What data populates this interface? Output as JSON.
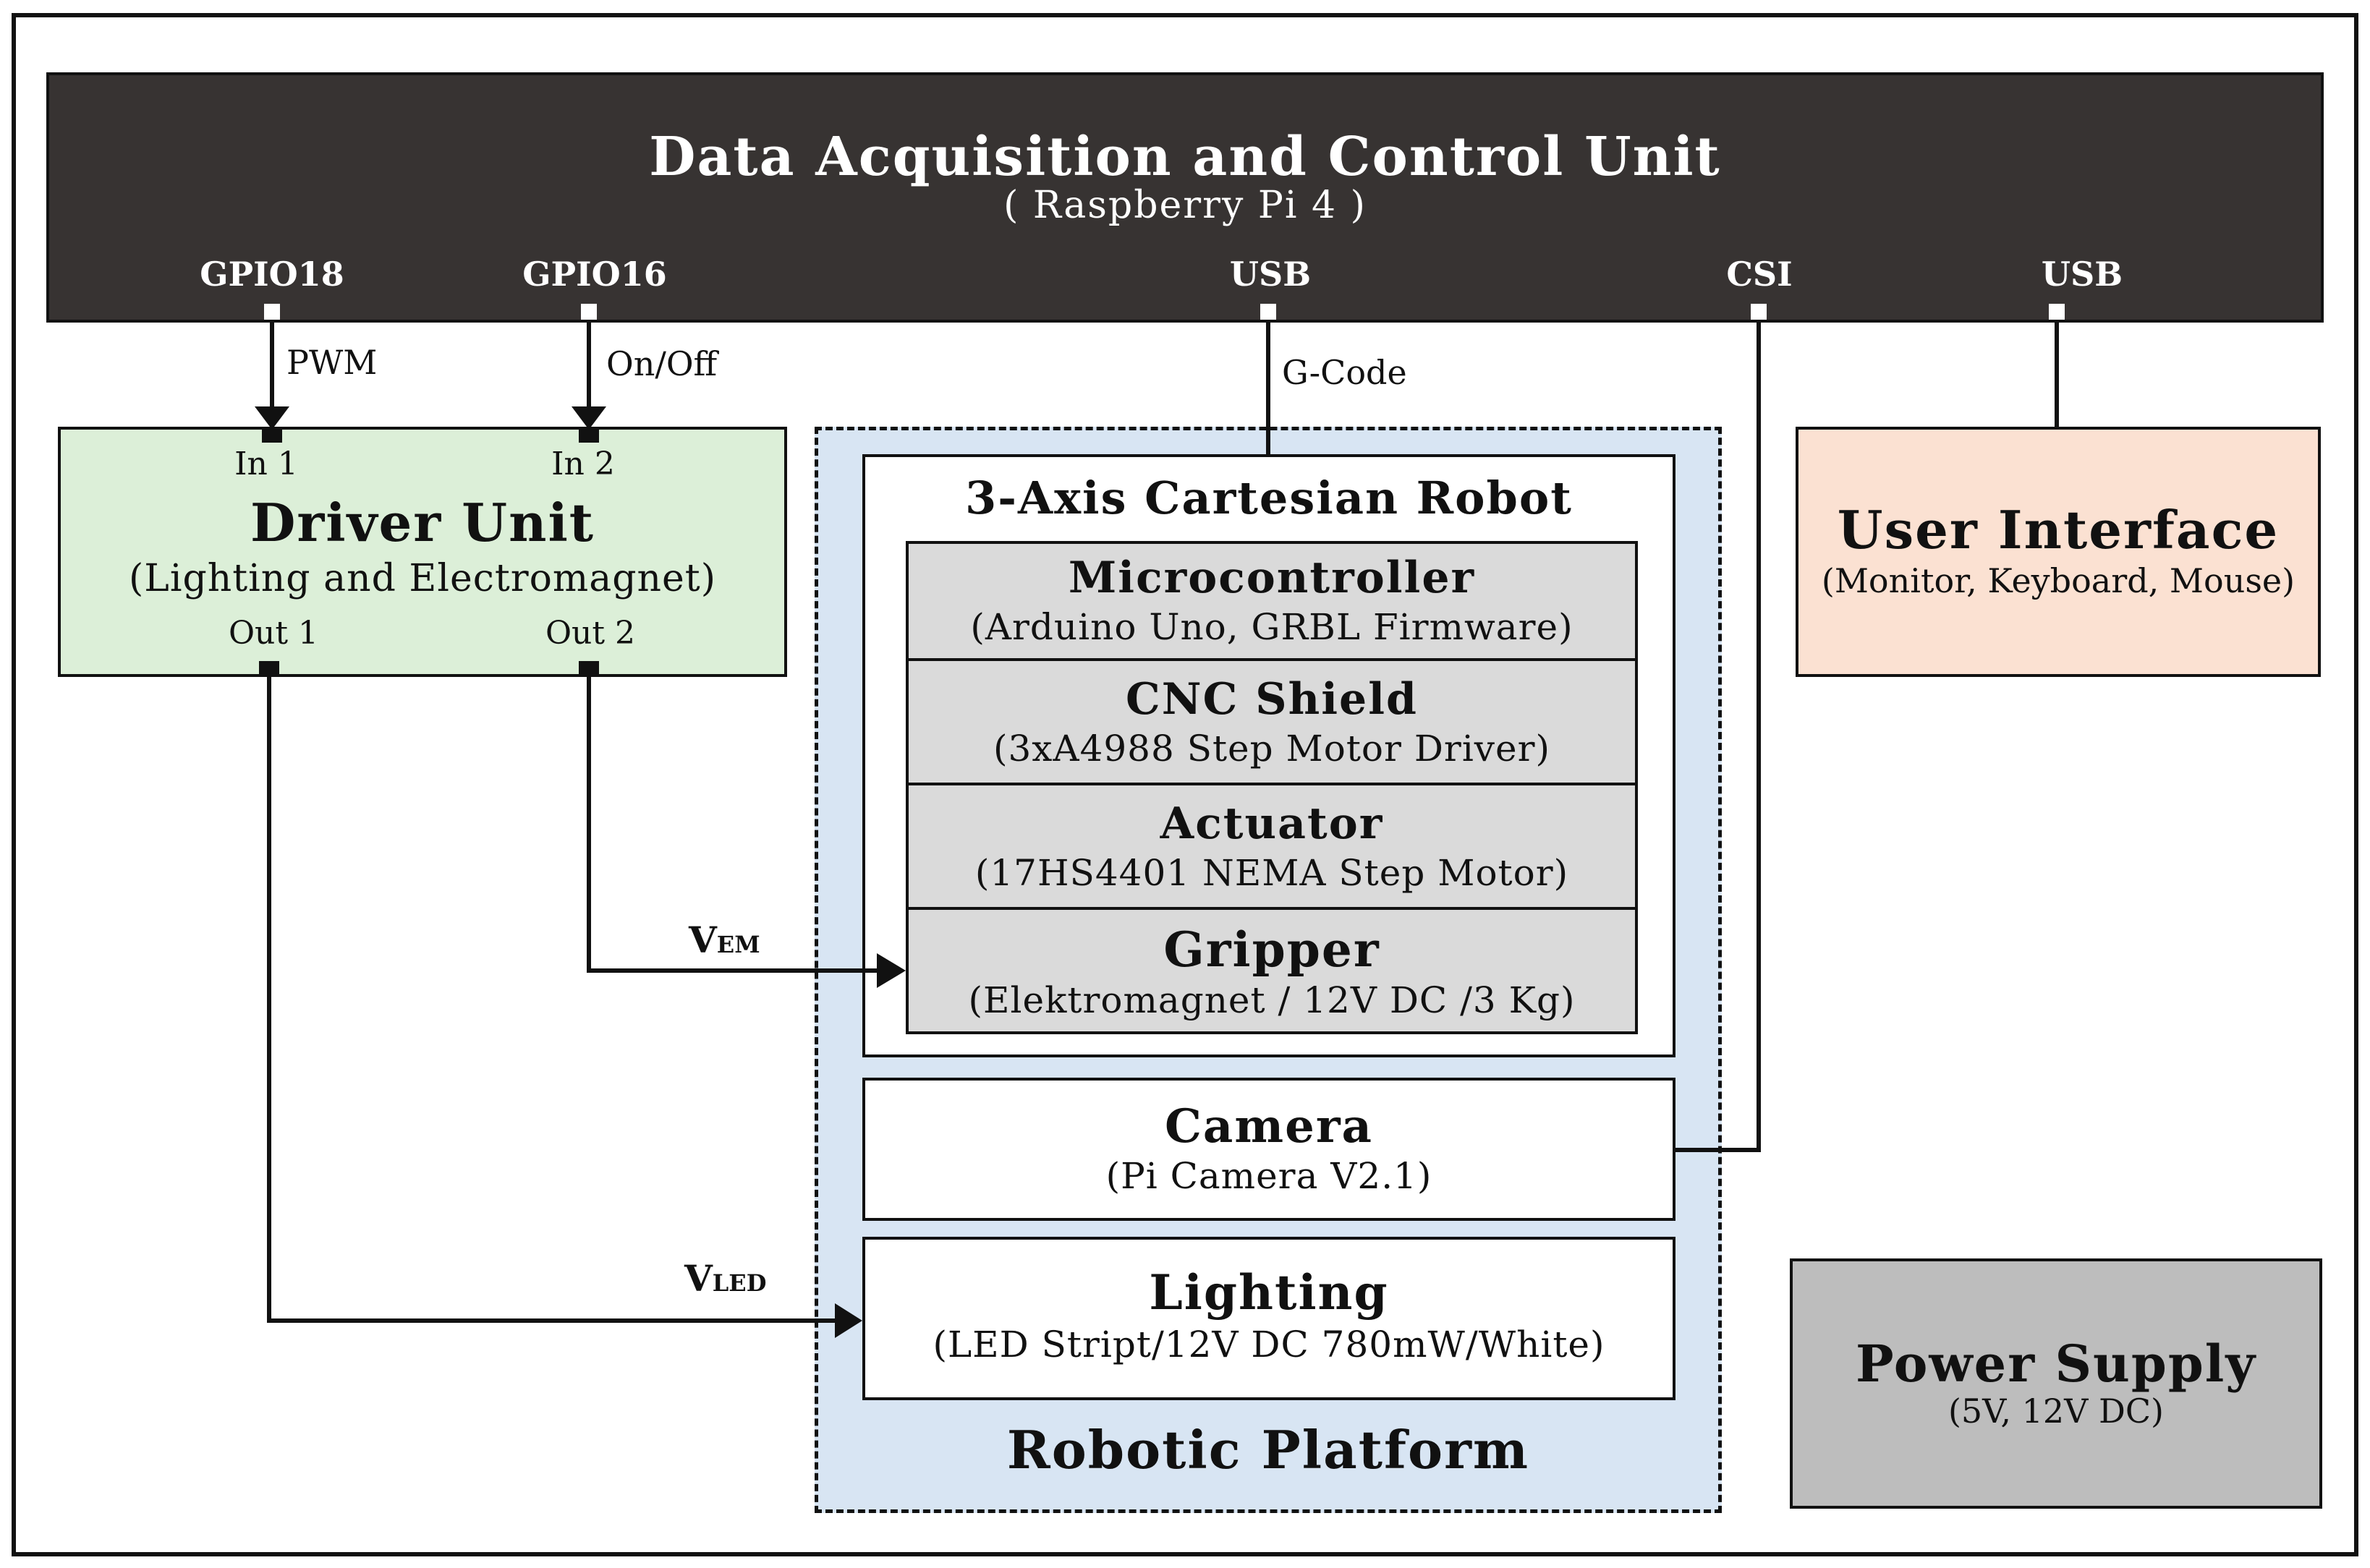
{
  "daq": {
    "title": "Data Acquisition and Control Unit",
    "subtitle": "( Raspberry Pi 4 )",
    "ports": [
      "GPIO18",
      "GPIO16",
      "USB",
      "CSI",
      "USB"
    ]
  },
  "signals": {
    "pwm": "PWM",
    "onoff": "On/Off",
    "gcode": "G-Code",
    "vem_main": "V",
    "vem_sub": "EM",
    "vled_main": "V",
    "vled_sub": "LED"
  },
  "driver": {
    "title": "Driver Unit",
    "subtitle": "(Lighting and Electromagnet)",
    "in1": "In 1",
    "in2": "In 2",
    "out1": "Out 1",
    "out2": "Out 2"
  },
  "robot": {
    "title": "3-Axis Cartesian Robot",
    "components": [
      {
        "name": "Microcontroller",
        "detail": "(Arduino Uno, GRBL Firmware)"
      },
      {
        "name": "CNC Shield",
        "detail": "(3xA4988 Step Motor Driver)"
      },
      {
        "name": "Actuator",
        "detail": "(17HS4401 NEMA Step Motor)"
      },
      {
        "name": "Gripper",
        "detail": "(Elektromagnet / 12V DC /3 Kg)"
      }
    ]
  },
  "camera": {
    "title": "Camera",
    "detail": "(Pi Camera V2.1)"
  },
  "lighting": {
    "title": "Lighting",
    "detail": "(LED Stript/12V DC 780mW/White)"
  },
  "platform": {
    "title": "Robotic Platform"
  },
  "ui": {
    "title": "User Interface",
    "detail": "(Monitor, Keyboard, Mouse)"
  },
  "power": {
    "title": "Power Supply",
    "detail": "(5V, 12V DC)"
  },
  "colors": {
    "daq_bg": "#373332",
    "driver_bg": "#dcefd8",
    "platform_bg": "#d8e5f3",
    "component_bg": "#dadada",
    "ui_bg": "#fbe1d2",
    "power_bg": "#bdbdbd"
  }
}
